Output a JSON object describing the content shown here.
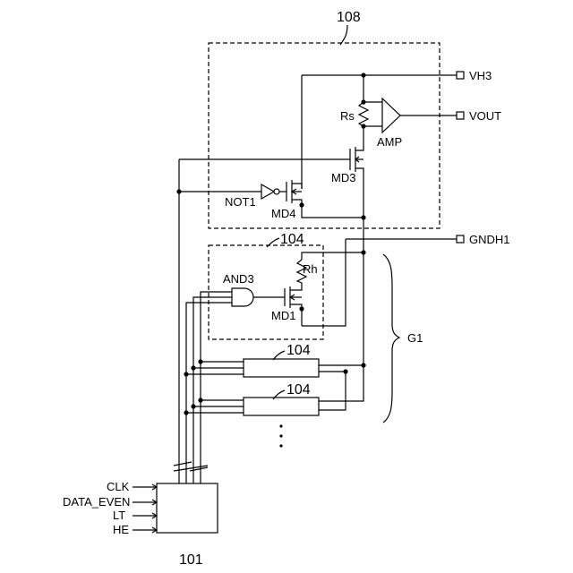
{
  "labels": {
    "block_108": "108",
    "vh3": "VH3",
    "vout": "VOUT",
    "rs": "Rs",
    "amp": "AMP",
    "md3": "MD3",
    "not1": "NOT1",
    "md4": "MD4",
    "gndh1": "GNDH1",
    "block_104_top": "104",
    "rh": "Rh",
    "and3": "AND3",
    "md1": "MD1",
    "g1": "G1",
    "block_104_mid": "104",
    "block_104_low": "104",
    "ellipsis": "⋮",
    "clk": "CLK",
    "data_even": "DATA_EVEN",
    "lt": "LT",
    "he": "HE",
    "block_101": "101"
  }
}
